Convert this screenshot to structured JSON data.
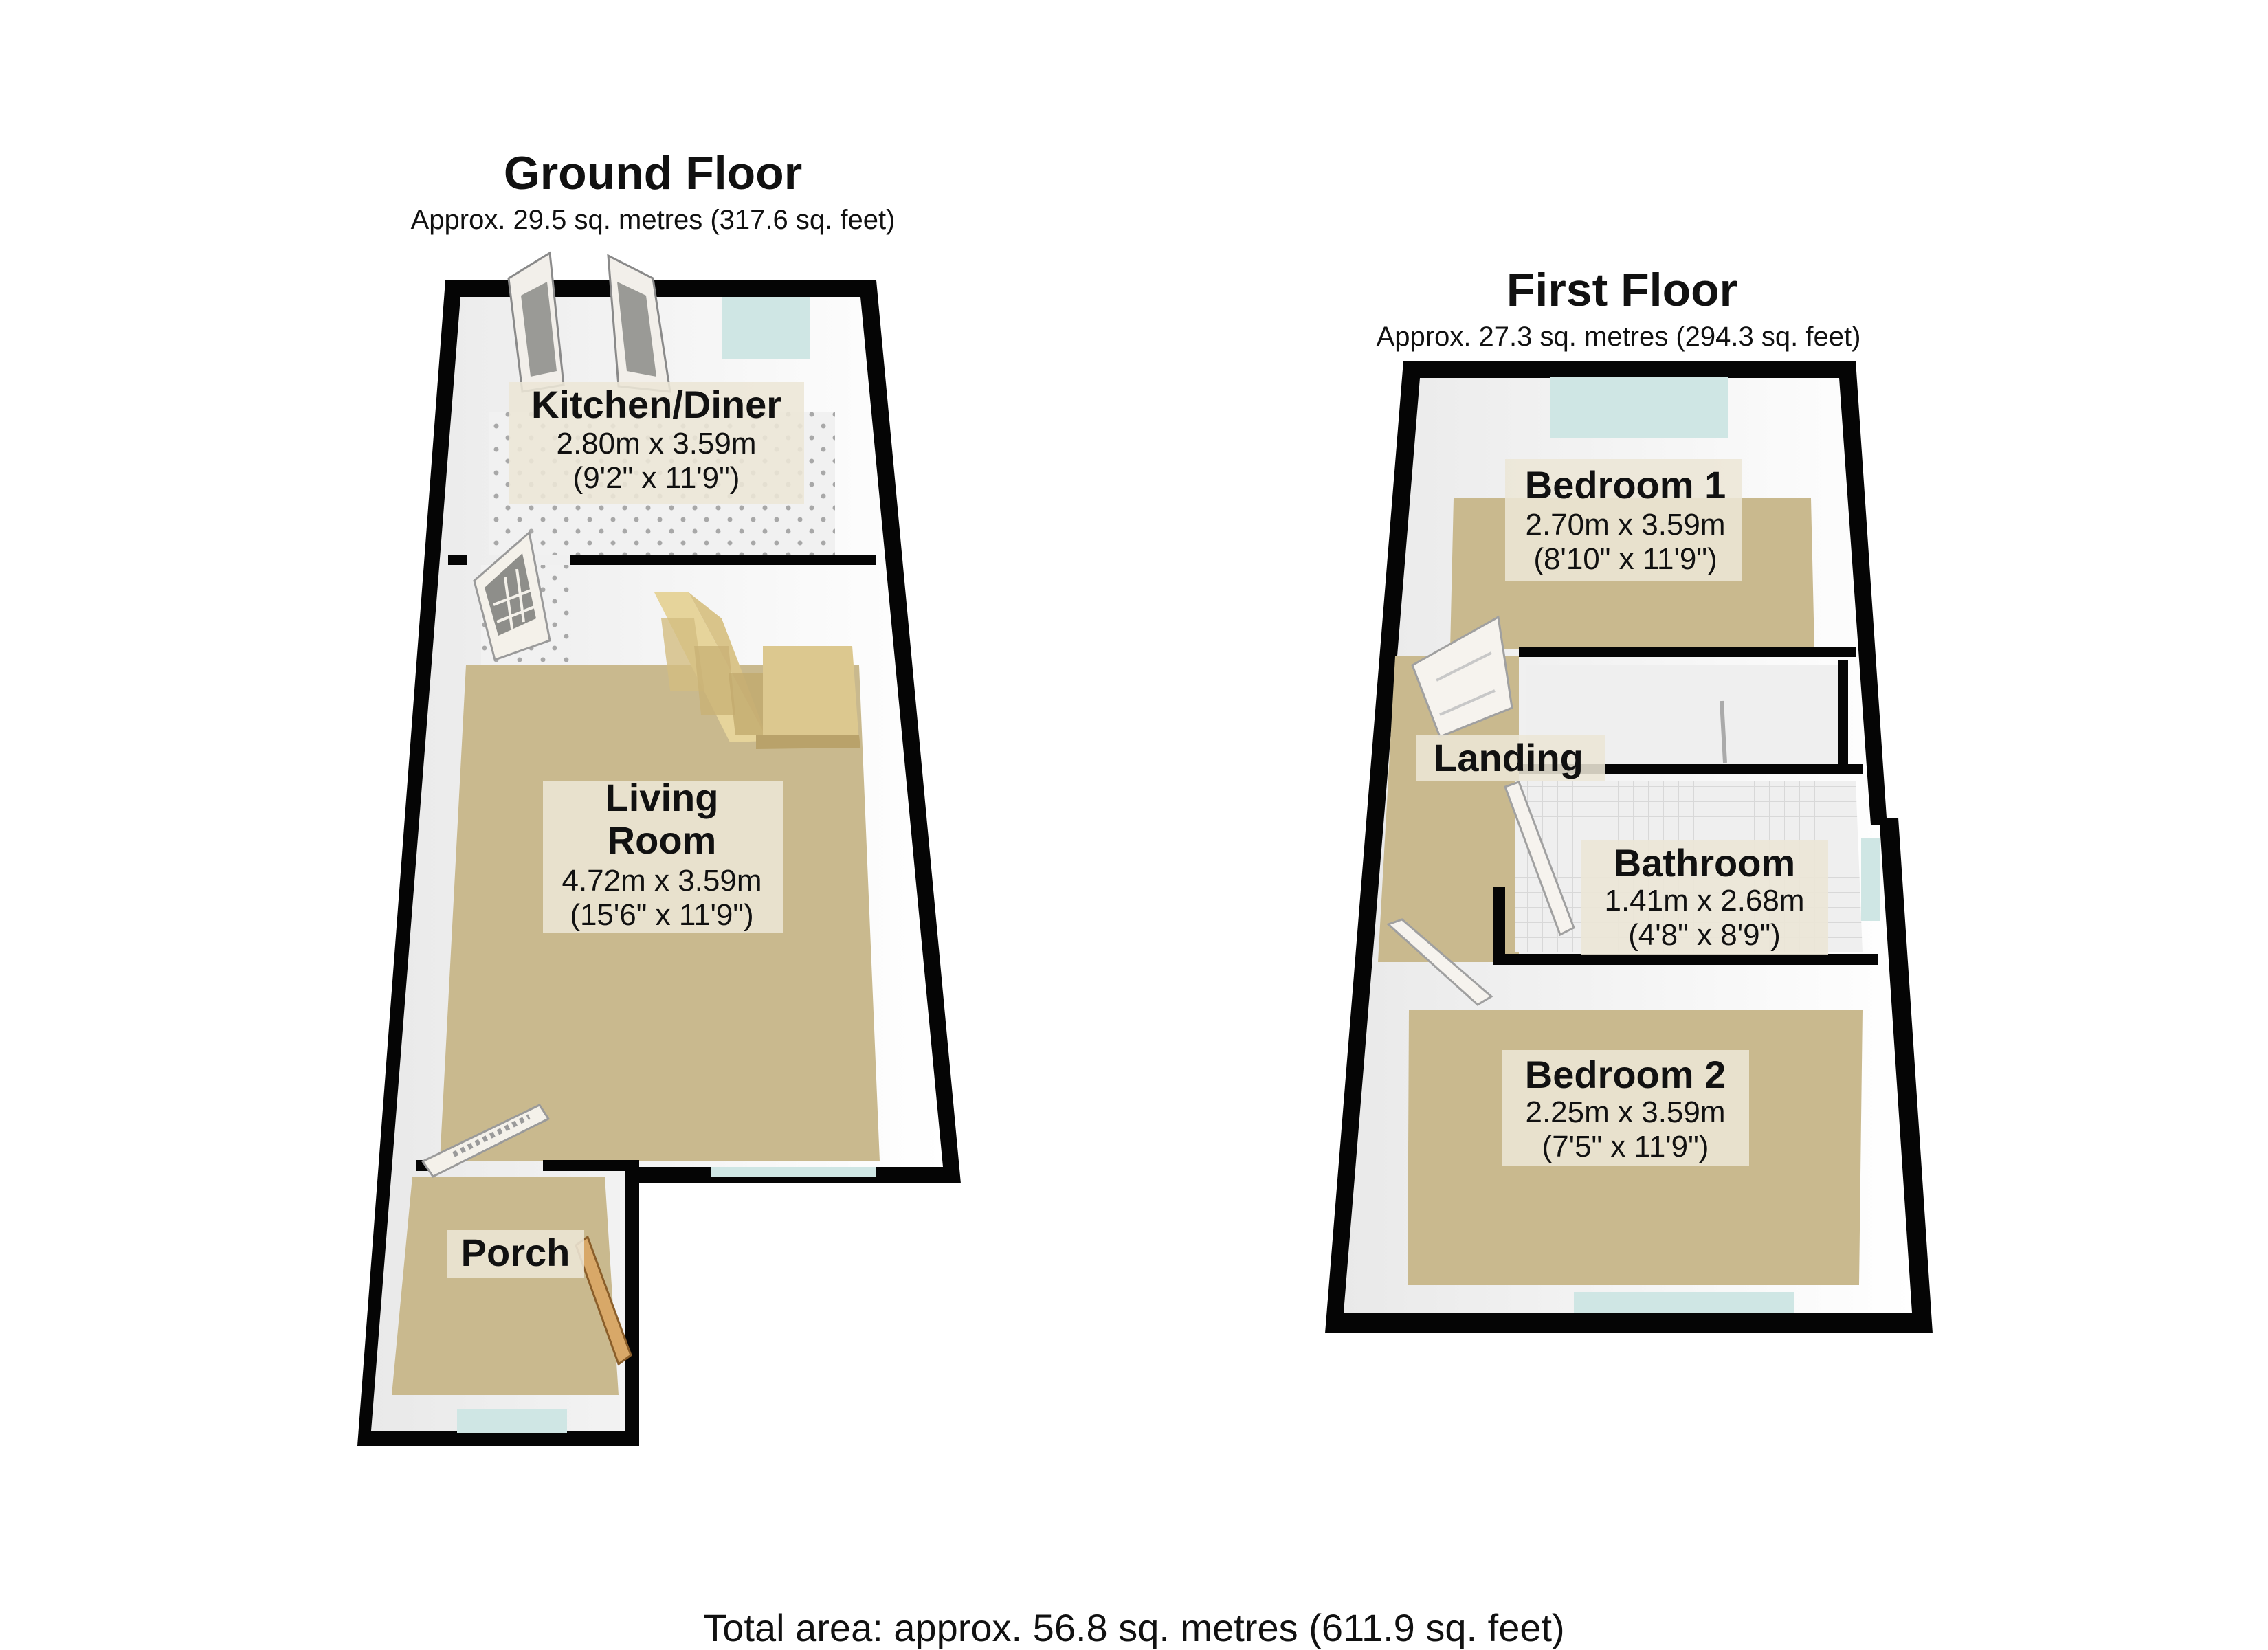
{
  "ground_floor": {
    "title": "Ground Floor",
    "area": "Approx. 29.5 sq. metres (317.6 sq. feet)",
    "rooms": [
      {
        "name": "Kitchen/Diner",
        "metric": "2.80m x 3.59m",
        "imperial": "(9'2\" x 11'9\")"
      },
      {
        "name_line1": "Living",
        "name_line2": "Room",
        "metric": "4.72m x 3.59m",
        "imperial": "(15'6\" x 11'9\")"
      },
      {
        "name": "Porch"
      }
    ]
  },
  "first_floor": {
    "title": "First Floor",
    "area": "Approx. 27.3 sq. metres (294.3 sq. feet)",
    "rooms": [
      {
        "name": "Bedroom 1",
        "metric": "2.70m x 3.59m",
        "imperial": "(8'10\" x 11'9\")"
      },
      {
        "name": "Landing"
      },
      {
        "name": "Bathroom",
        "metric": "1.41m x 2.68m",
        "imperial": "(4'8\" x 8'9\")"
      },
      {
        "name": "Bedroom 2",
        "metric": "2.25m x 3.59m",
        "imperial": "(7'5\" x 11'9\")"
      }
    ]
  },
  "total_area": "Total area: approx. 56.8 sq. metres (611.9 sq. feet)",
  "colors": {
    "wall": "#050505",
    "carpet": "#c9b98e",
    "wall_inner": "#f3f3f3",
    "window_glass": "#cfe6e4",
    "stairs": "#d9c48a",
    "door": "#f7f4ee",
    "porch_door": "#d8a868"
  }
}
